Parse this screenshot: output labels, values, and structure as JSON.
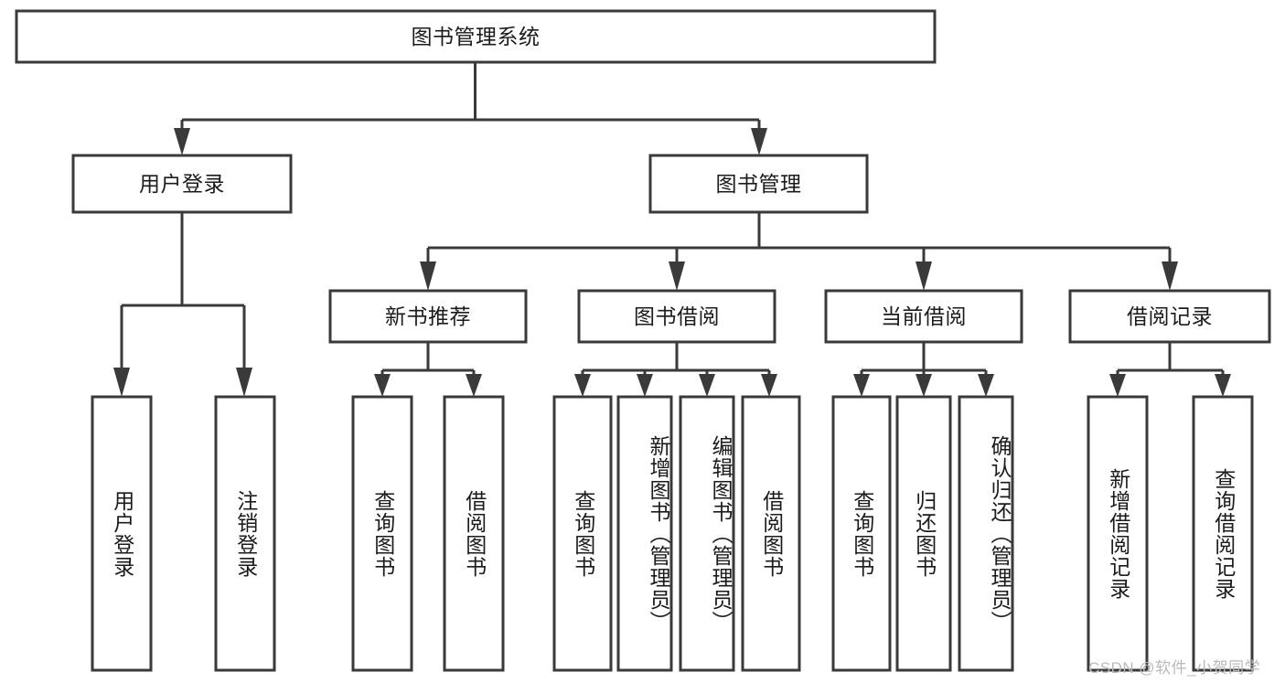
{
  "diagram": {
    "type": "tree-hierarchy",
    "orientation": "top-down",
    "root": {
      "id": "root",
      "label": "图书管理系统",
      "text_direction": "horizontal"
    },
    "level1": [
      {
        "id": "user-login",
        "label": "用户登录",
        "text_direction": "horizontal",
        "children": [
          {
            "id": "user-login-leaf",
            "label": "用户登录",
            "text_direction": "vertical"
          },
          {
            "id": "user-logout-leaf",
            "label": "注销登录",
            "text_direction": "vertical"
          }
        ]
      },
      {
        "id": "book-management",
        "label": "图书管理",
        "text_direction": "horizontal",
        "children": [
          {
            "id": "new-book-recommend",
            "label": "新书推荐",
            "text_direction": "horizontal",
            "children": [
              {
                "id": "query-book-1",
                "label": "查询图书",
                "text_direction": "vertical"
              },
              {
                "id": "borrow-book-1",
                "label": "借阅图书",
                "text_direction": "vertical"
              }
            ]
          },
          {
            "id": "book-borrow",
            "label": "图书借阅",
            "text_direction": "horizontal",
            "children": [
              {
                "id": "query-book-2",
                "label": "查询图书",
                "text_direction": "vertical"
              },
              {
                "id": "add-book",
                "label": "新增图书（管理员）",
                "text_direction": "vertical"
              },
              {
                "id": "edit-book",
                "label": "编辑图书（管理员）",
                "text_direction": "vertical"
              },
              {
                "id": "borrow-book-2",
                "label": "借阅图书",
                "text_direction": "vertical"
              }
            ]
          },
          {
            "id": "current-borrow",
            "label": "当前借阅",
            "text_direction": "horizontal",
            "children": [
              {
                "id": "query-book-3",
                "label": "查询图书",
                "text_direction": "vertical"
              },
              {
                "id": "return-book",
                "label": "归还图书",
                "text_direction": "vertical"
              },
              {
                "id": "confirm-return",
                "label": "确认归还（管理员）",
                "text_direction": "vertical"
              }
            ]
          },
          {
            "id": "borrow-record",
            "label": "借阅记录",
            "text_direction": "horizontal",
            "children": [
              {
                "id": "add-borrow-record",
                "label": "新增借阅记录",
                "text_direction": "vertical"
              },
              {
                "id": "query-borrow-record",
                "label": "查询借阅记录",
                "text_direction": "vertical"
              }
            ]
          }
        ]
      }
    ]
  },
  "watermark": {
    "text": "CSDN @软件_小贺同学"
  },
  "colors": {
    "background": "#ffffff",
    "box_fill": "#ffffff",
    "box_stroke": "#3a3a3a",
    "text": "#1b1b1b",
    "watermark": "#b9b9b9"
  }
}
